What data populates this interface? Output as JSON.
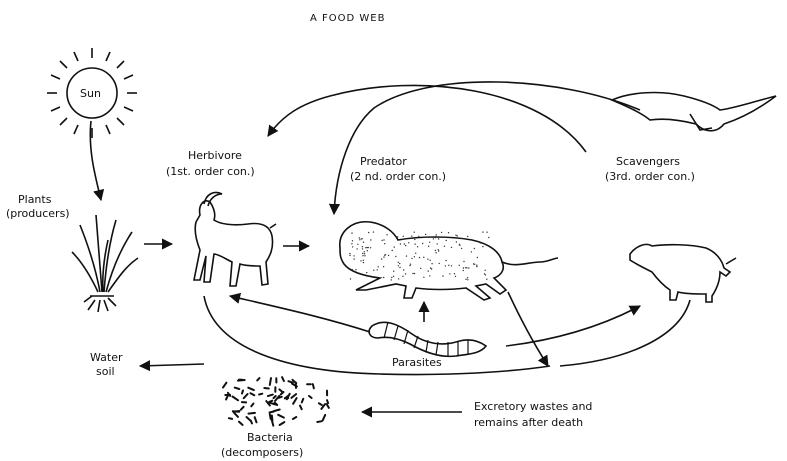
{
  "title": "A FOOD WEB",
  "nodes": {
    "sun": "Sun",
    "plants": [
      "Plants",
      "(producers)"
    ],
    "herbivore": [
      "Herbivore",
      "(1st. order con.)"
    ],
    "predator": [
      "Predator",
      "(2 nd. order con.)"
    ],
    "scavengers": [
      "Scavengers",
      "(3rd. order con.)"
    ],
    "parasites": "Parasites",
    "water_soil": [
      "Water",
      "soil"
    ],
    "bacteria": [
      "Bacteria",
      "(decomposers)"
    ],
    "wastes": [
      "Excretory wastes and",
      "remains after death"
    ]
  },
  "colors": {
    "ink": "#111111",
    "paper": "#ffffff"
  }
}
